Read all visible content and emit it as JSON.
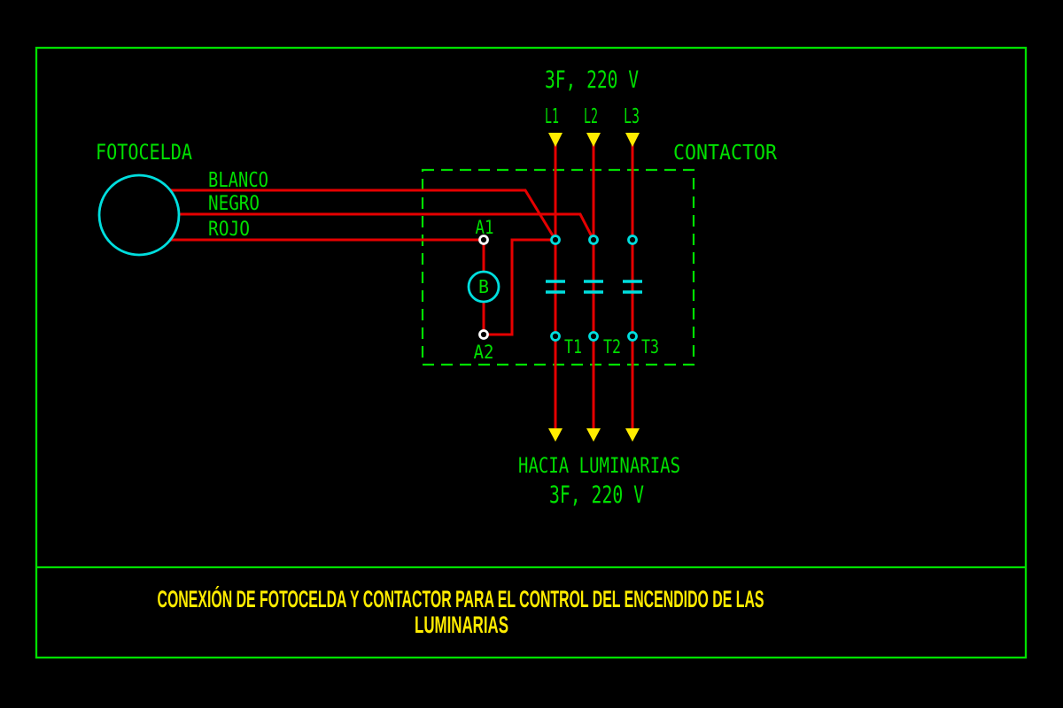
{
  "colors": {
    "background": "#000000",
    "green": "#00e000",
    "red": "#e60000",
    "cyan": "#00dede",
    "yellow": "#ffec00",
    "white": "#ffffff"
  },
  "supply": {
    "voltage_label": "3F, 220 V",
    "phases": [
      "L1",
      "L2",
      "L3"
    ]
  },
  "photocell": {
    "label": "FOTOCELDA",
    "wires": [
      "BLANCO",
      "NEGRO",
      "ROJO"
    ]
  },
  "contactor": {
    "label": "CONTACTOR",
    "coil_label": "B",
    "coil_terminals": [
      "A1",
      "A2"
    ],
    "load_terminals": [
      "T1",
      "T2",
      "T3"
    ]
  },
  "load": {
    "destination_label": "HACIA LUMINARIAS",
    "voltage_label": "3F, 220 V"
  },
  "title_block": {
    "line1": "CONEXIÓN DE FOTOCELDA Y CONTACTOR PARA EL CONTROL DEL ENCENDIDO DE LAS",
    "line2": "LUMINARIAS"
  }
}
